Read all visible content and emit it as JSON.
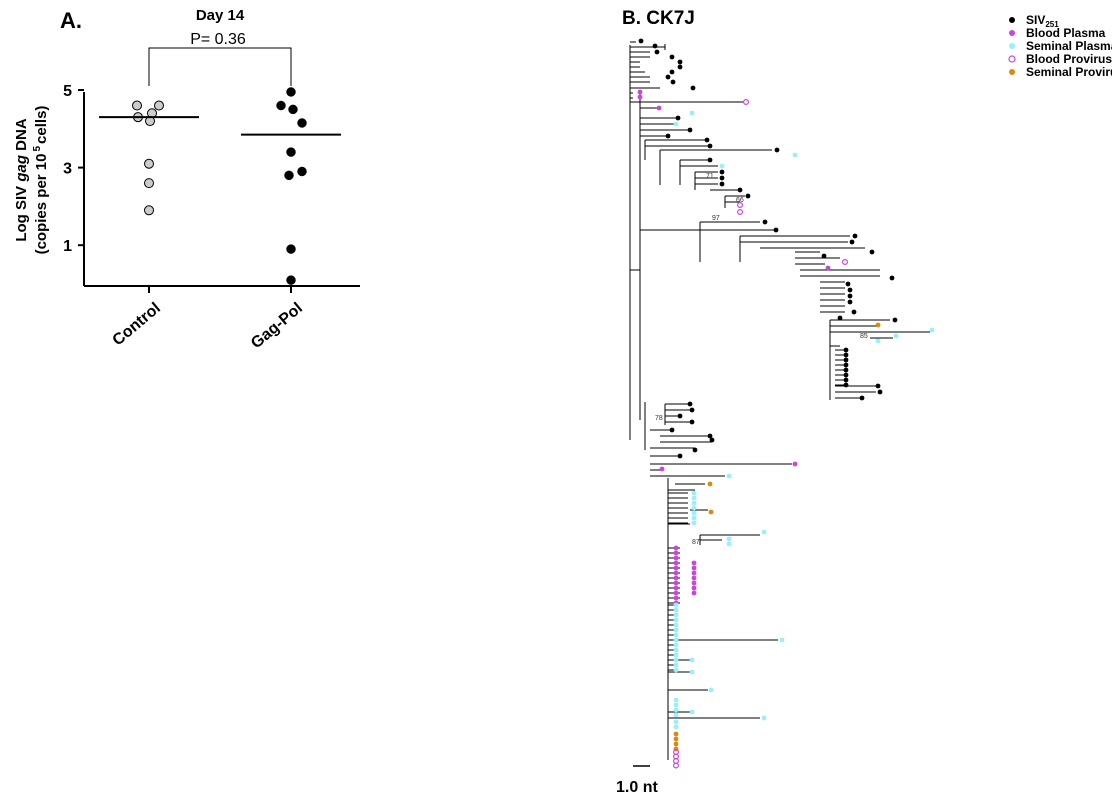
{
  "panel_a": {
    "panel_label": "A.",
    "title": "Day 14",
    "p_value": "P= 0.36",
    "ylabel_prefix": "Log SIV ",
    "ylabel_italic": "gag",
    "ylabel_suffix": " DNA",
    "ylabel_line2_a": "(copies per 10",
    "ylabel_line2_sup": "5",
    "ylabel_line2_b": "cells)"
  },
  "panel_b": {
    "panel_label": "B. CK7J",
    "scale_label": "1.0 nt",
    "bootstrap_labels": [
      "71",
      "66",
      "97",
      "85",
      "78",
      "87"
    ],
    "legend": [
      {
        "label": "SIV",
        "sub": "251",
        "color": "#000000",
        "marker": "filled"
      },
      {
        "label": "Blood Plasma",
        "sub": "",
        "color": "#cc44dd",
        "marker": "filled"
      },
      {
        "label": "Seminal Plasma",
        "sub": "",
        "color": "#99eeff",
        "marker": "filled"
      },
      {
        "label": "Blood Provirus",
        "sub": "",
        "color": "#cc44dd",
        "marker": "open"
      },
      {
        "label": "Seminal Provirus",
        "sub": "",
        "color": "#dd8811",
        "marker": "filled"
      }
    ]
  },
  "chart_data": [
    {
      "type": "scatter",
      "title": "Day 14",
      "ylabel": "Log SIV gag DNA (copies per 10 5 cells)",
      "categories": [
        "Control",
        "Gag-Pol"
      ],
      "yticks": [
        1,
        3,
        5
      ],
      "ylim": [
        0,
        5.2
      ],
      "annotation": "P= 0.36",
      "series": [
        {
          "name": "Control",
          "color": "#cccccc",
          "values": [
            4.6,
            4.6,
            4.4,
            4.3,
            4.2,
            3.1,
            2.6,
            1.9
          ],
          "median": 4.3
        },
        {
          "name": "Gag-Pol",
          "color": "#000000",
          "values": [
            4.95,
            4.6,
            4.5,
            4.15,
            3.4,
            2.9,
            2.8,
            0.9,
            0.1
          ],
          "median": 3.85
        }
      ]
    },
    {
      "type": "tree",
      "title": "B. CK7J",
      "scale_bar": "1.0 nt",
      "legend": [
        "SIV251",
        "Blood Plasma",
        "Seminal Plasma",
        "Blood Provirus",
        "Seminal Provirus"
      ]
    }
  ]
}
